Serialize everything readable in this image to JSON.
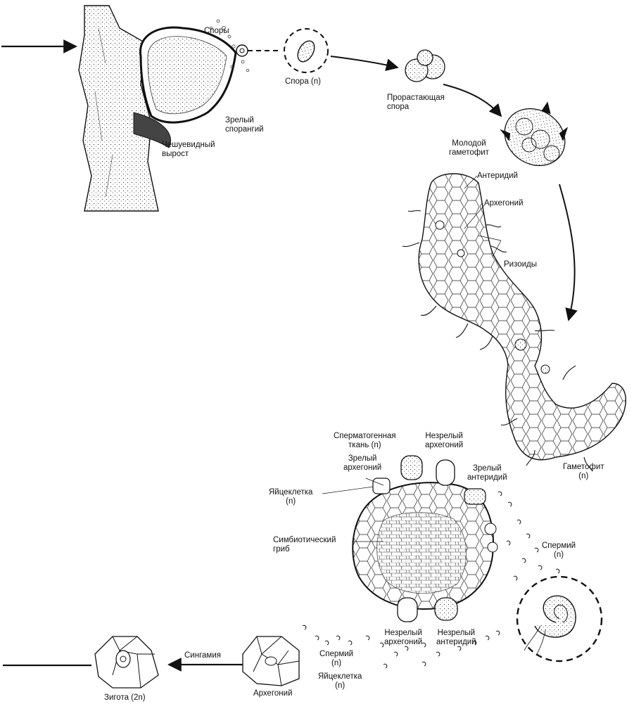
{
  "labels": {
    "spores": "Споры",
    "spore": "Спора (n)",
    "mature_sporangium": [
      "Зрелый",
      "спорангий"
    ],
    "scale_outgrowth": [
      "Чешуевидный",
      "вырост"
    ],
    "germinating_spore": [
      "Прорастающая",
      "спора"
    ],
    "young_gametophyte": [
      "Молодой",
      "гаметофит"
    ],
    "antheridium": "Антеридий",
    "archegonium": "Архегоний",
    "rhizoids": "Ризоиды",
    "gametophyte": [
      "Гаметофит",
      "(n)"
    ],
    "spermatogenous_tissue": [
      "Сперматогенная",
      "ткань (n)"
    ],
    "immature_archegonium_top": [
      "Незрелый",
      "архегоний"
    ],
    "mature_archegonium": [
      "Зрелый",
      "архегоний"
    ],
    "mature_antheridium": [
      "Зрелый",
      "антеридий"
    ],
    "egg_cell_main": [
      "Яйцеклетка",
      "(n)"
    ],
    "symbiotic_fungus": [
      "Симбиотический",
      "гриб"
    ],
    "sperm_right": [
      "Спермий",
      "(n)"
    ],
    "immature_archegonium_bottom": [
      "Незрелый",
      "архегоний"
    ],
    "immature_antheridium_bottom": [
      "Незрелый",
      "антеридий"
    ],
    "sperm_bottom": [
      "Спермий",
      "(n)"
    ],
    "egg_cell_bottom": [
      "Яйцеклетка",
      "(n)"
    ],
    "archegonium_bottom": "Архегоний",
    "syngamy": "Сингамия",
    "zygote": "Зигота (2n)"
  },
  "icons": {
    "arrow": "arrow-icon",
    "spore": "spore-icon",
    "sperm": "sperm-icon"
  },
  "colors": {
    "ink": "#111111",
    "stem_fill": "#f4f4f4",
    "cell_fill": "#ffffff",
    "background": "#ffffff"
  }
}
